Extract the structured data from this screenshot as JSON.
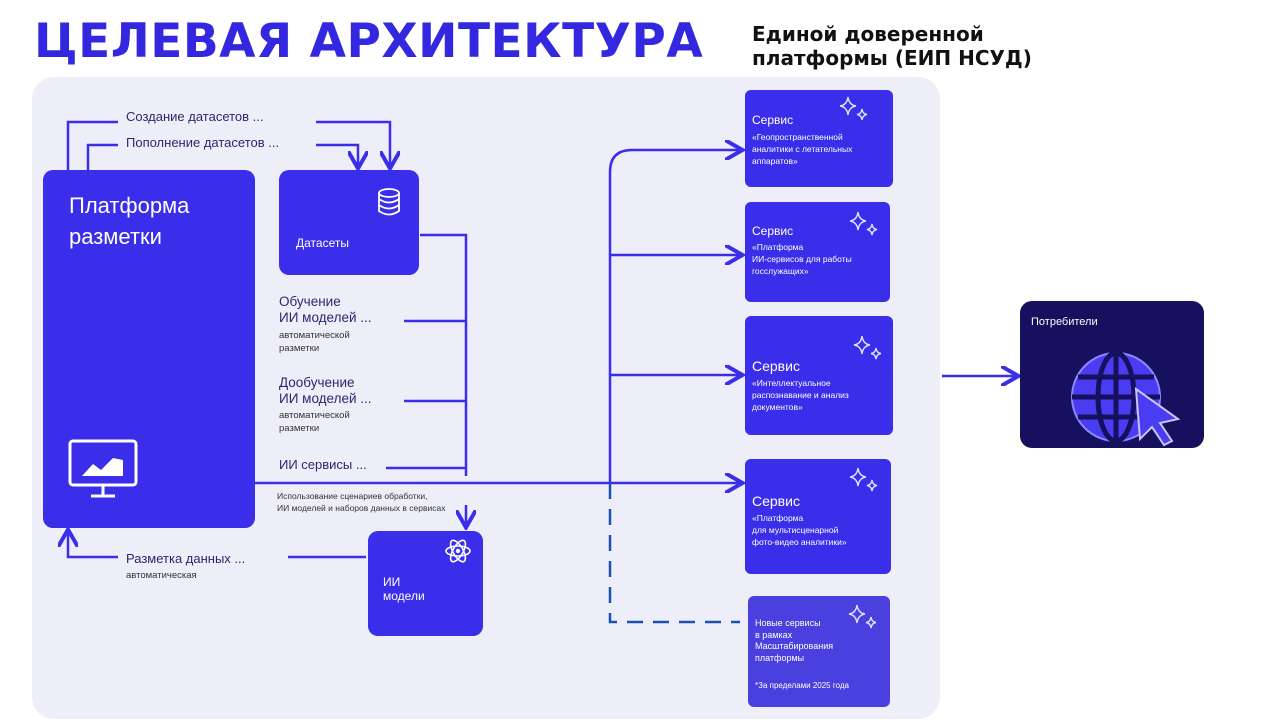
{
  "title": "ЦЕЛЕВАЯ АРХИТЕКТУРА",
  "subtitle_line1": "Единой доверенной",
  "subtitle_line2": "платформы (ЕИП НСУД)",
  "platform": {
    "line1": "Платформа",
    "line2": "разметки"
  },
  "datasets": {
    "label": "Датасеты"
  },
  "models": {
    "line1": "ИИ",
    "line2": "модели"
  },
  "flows": {
    "create": "Создание датасетов ...",
    "replenish": "Пополнение датасетов ...",
    "training_l1": "Обучение",
    "training_l2": "ИИ моделей ...",
    "training_sub1": "автоматической",
    "training_sub2": "разметки",
    "finetune_l1": "Дообучение",
    "finetune_l2": "ИИ моделей ...",
    "finetune_sub1": "автоматической",
    "finetune_sub2": "разметки",
    "ai_services": "ИИ сервисы ...",
    "usage_l1": "Использование сценариев обработки,",
    "usage_l2": "ИИ моделей и наборов данных в сервисах",
    "markup": "Разметка данных ...",
    "markup_sub": "автоматическая"
  },
  "services": [
    {
      "head": "Сервис",
      "lines": [
        "«Геопространственной",
        "аналитики с летательных",
        "аппаратов»"
      ]
    },
    {
      "head": "Сервис",
      "lines": [
        "«Платформа",
        "ИИ-сервисов для работы",
        "госслужащих»"
      ]
    },
    {
      "head": "Сервис",
      "lines": [
        "«Интеллектуальное",
        "распознавание и анализ",
        "документов»"
      ]
    },
    {
      "head": "Сервис",
      "lines": [
        "«Платформа",
        "для мультисценарной",
        "фото-видео аналитики»"
      ]
    }
  ],
  "new_services": {
    "lines": [
      "Новые сервисы",
      "в рамках",
      "Масштабирования",
      "платформы"
    ],
    "note": "*За пределами 2025 года"
  },
  "consumers": {
    "label": "Потребители"
  },
  "colors": {
    "accent": "#3a2eea",
    "title": "#3328e0",
    "consumer_bg": "#16115e",
    "dashed": "#1a4fb5",
    "panel": "#eeeef8"
  },
  "icons": [
    "database-icon",
    "monitor-chart-icon",
    "atom-icon",
    "sparkle-icon",
    "globe-cursor-icon"
  ]
}
